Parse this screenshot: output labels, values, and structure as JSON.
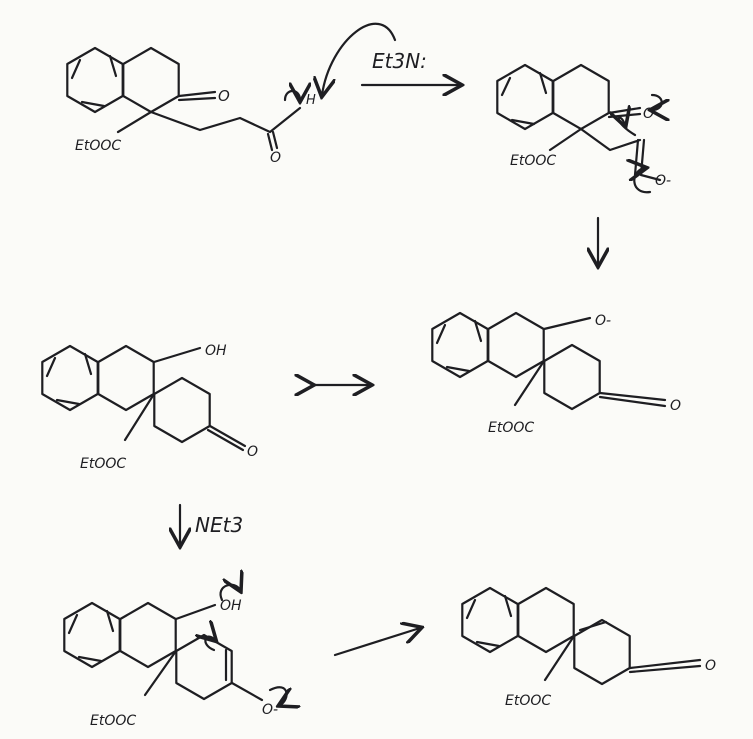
{
  "reaction": {
    "reagent_top": "Et3N:",
    "reagent_mid": "NEt3",
    "step1": {
      "ester": "EtOOC",
      "ketone_o": "O",
      "aldehyde_o": "O",
      "proton": "H"
    },
    "step2": {
      "ester": "EtOOC",
      "ketone_o": "O",
      "enolate": "O-"
    },
    "step3": {
      "ester": "EtOOC",
      "hydroxyl": "OH",
      "ketone_o": "O"
    },
    "step4": {
      "ester": "EtOOC",
      "alkoxide": "O-",
      "ketone_o": "O"
    },
    "step5": {
      "ester": "EtOOC",
      "hydroxyl": "OH",
      "enolate": "O-"
    },
    "step6": {
      "ester": "EtOOC",
      "ketone_o": "O"
    }
  }
}
